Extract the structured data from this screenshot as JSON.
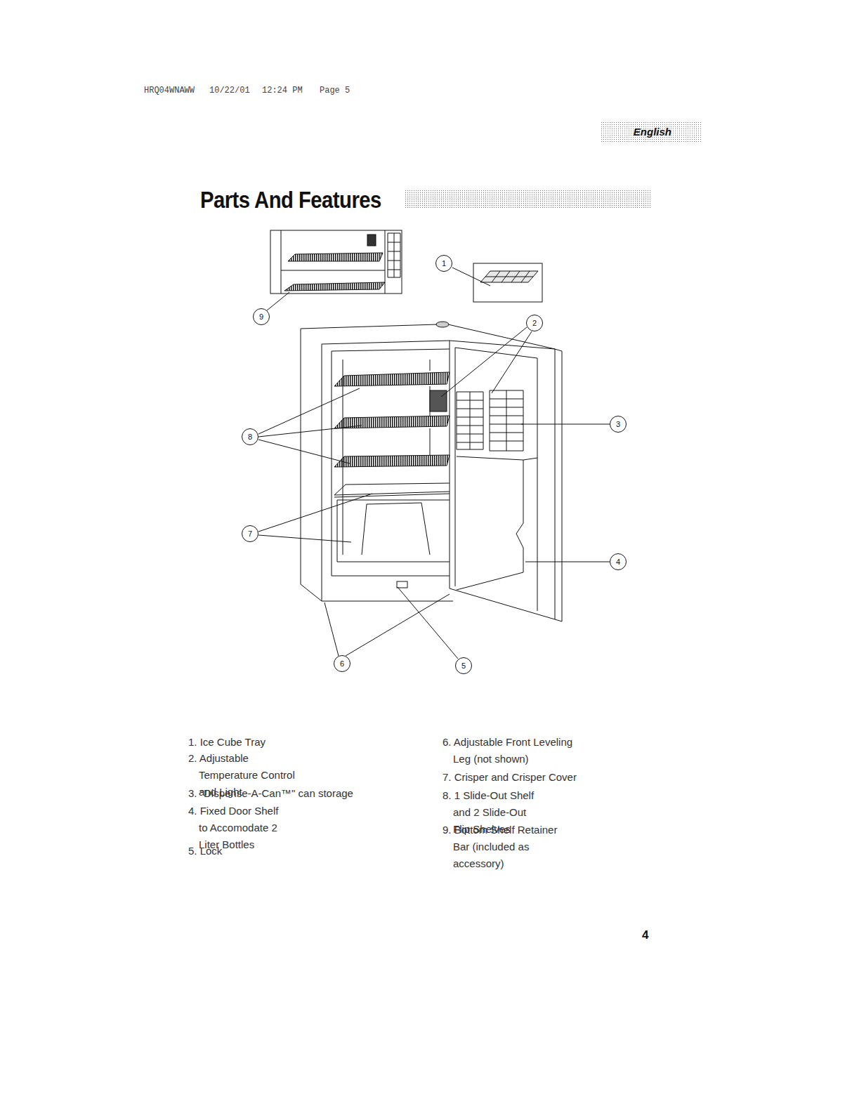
{
  "diagram": {
    "title": "Parts And Features",
    "nodes": [
      {
        "text": [
          "English"
        ]
      },
      {
        "text": [
          "1"
        ]
      },
      {
        "text": [
          "9"
        ]
      },
      {
        "text": [
          "2"
        ]
      },
      {
        "text": [
          "3"
        ]
      },
      {
        "text": [
          "8"
        ]
      },
      {
        "text": [
          "7"
        ]
      },
      {
        "text": [
          "4"
        ]
      },
      {
        "text": [
          "6"
        ]
      },
      {
        "text": [
          "5"
        ]
      }
    ],
    "labels": [
      "HRQ04WNAWW",
      "10/22/01",
      "12:24 PM",
      "Page 5",
      "1. Ice Cube Tray",
      "2. Adjustable Temperature Control and Light",
      "3. \"Dispense-A-Can™\" can storage",
      "4. Fixed Door Shelf to Accomodate 2 Liter Bottles",
      "5. Lock",
      "6. Adjustable Front Leveling Leg (not shown)",
      "7. Crisper and Crisper Cover",
      "8. 1 Slide-Out Shelf and 2 Slide-Out Flip Shelves",
      "9. Bottom Shelf Retainer Bar (included as accessory)",
      "4"
    ]
  }
}
